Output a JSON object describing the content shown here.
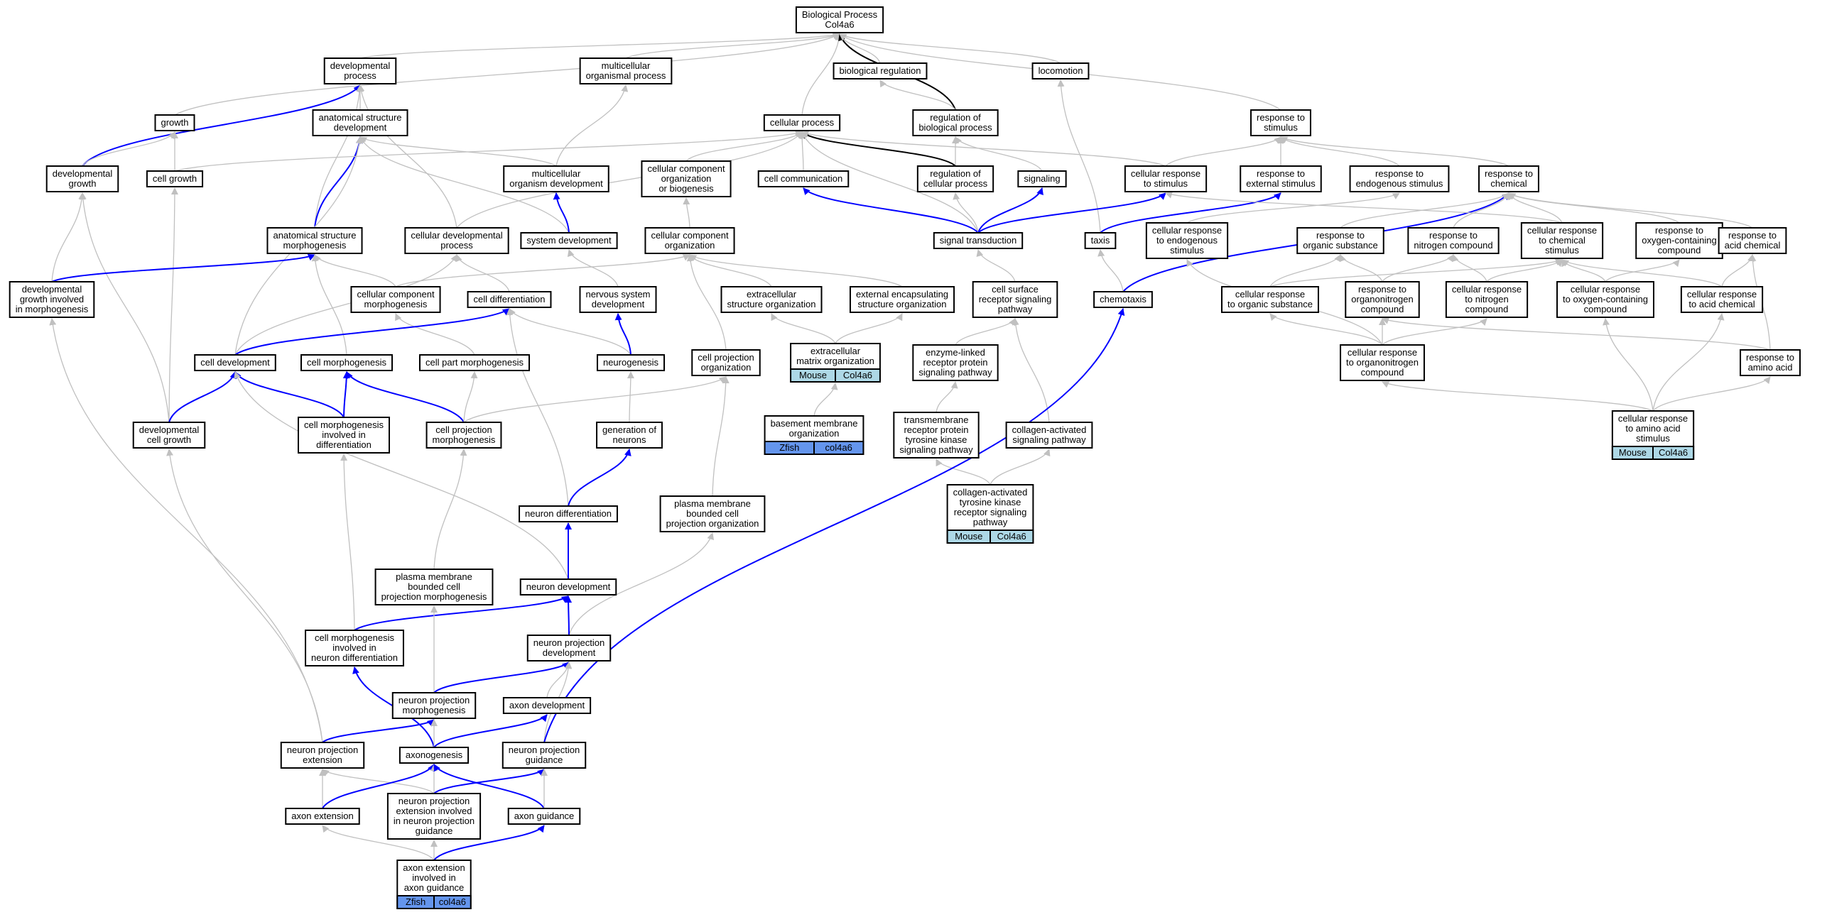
{
  "colors": {
    "gray_edge": "#c0c0c0",
    "blue_edge": "#0000ff",
    "black_edge": "#000000",
    "mouse": "#add8e6",
    "zfish": "#6495ed"
  },
  "nodes": [
    {
      "id": "bp",
      "lines": [
        "Biological Process",
        "Col4a6"
      ]
    },
    {
      "id": "devproc",
      "lines": [
        "developmental",
        "process"
      ]
    },
    {
      "id": "multorg",
      "lines": [
        "multicellular",
        "organismal process"
      ]
    },
    {
      "id": "bioreg",
      "lines": [
        "biological regulation"
      ]
    },
    {
      "id": "locomotion",
      "lines": [
        "locomotion"
      ]
    },
    {
      "id": "growth",
      "lines": [
        "growth"
      ]
    },
    {
      "id": "anatdev",
      "lines": [
        "anatomical structure",
        "development"
      ]
    },
    {
      "id": "cellproc",
      "lines": [
        "cellular process"
      ]
    },
    {
      "id": "regbio",
      "lines": [
        "regulation of",
        "biological process"
      ]
    },
    {
      "id": "respstim",
      "lines": [
        "response to",
        "stimulus"
      ]
    },
    {
      "id": "devgrowth",
      "lines": [
        "developmental",
        "growth"
      ]
    },
    {
      "id": "cellgrowth",
      "lines": [
        "cell growth"
      ]
    },
    {
      "id": "multdev",
      "lines": [
        "multicellular",
        "organism development"
      ]
    },
    {
      "id": "ccob",
      "lines": [
        "cellular component",
        "organization",
        "or biogenesis"
      ]
    },
    {
      "id": "cellcomm",
      "lines": [
        "cell communication"
      ]
    },
    {
      "id": "regcell",
      "lines": [
        "regulation of",
        "cellular process"
      ]
    },
    {
      "id": "signaling",
      "lines": [
        "signaling"
      ]
    },
    {
      "id": "cellrespstim",
      "lines": [
        "cellular response",
        "to stimulus"
      ]
    },
    {
      "id": "respext",
      "lines": [
        "response to",
        "external stimulus"
      ]
    },
    {
      "id": "respendo",
      "lines": [
        "response to",
        "endogenous stimulus"
      ]
    },
    {
      "id": "respchem",
      "lines": [
        "response to",
        "chemical"
      ]
    },
    {
      "id": "anatmorph",
      "lines": [
        "anatomical structure",
        "morphogenesis"
      ]
    },
    {
      "id": "celldevproc",
      "lines": [
        "cellular developmental",
        "process"
      ]
    },
    {
      "id": "sysdev",
      "lines": [
        "system development"
      ]
    },
    {
      "id": "cco",
      "lines": [
        "cellular component",
        "organization"
      ]
    },
    {
      "id": "sigtrans",
      "lines": [
        "signal transduction"
      ]
    },
    {
      "id": "taxis",
      "lines": [
        "taxis"
      ]
    },
    {
      "id": "cellrespendo",
      "lines": [
        "cellular response",
        "to endogenous",
        "stimulus"
      ]
    },
    {
      "id": "resporg",
      "lines": [
        "response to",
        "organic substance"
      ]
    },
    {
      "id": "respnit",
      "lines": [
        "response to",
        "nitrogen compound"
      ]
    },
    {
      "id": "cellrespchem",
      "lines": [
        "cellular response",
        "to chemical",
        "stimulus"
      ]
    },
    {
      "id": "respoxy",
      "lines": [
        "response to",
        "oxygen-containing",
        "compound"
      ]
    },
    {
      "id": "respacid",
      "lines": [
        "response to",
        "acid chemical"
      ]
    },
    {
      "id": "devgrowthmorph",
      "lines": [
        "developmental",
        "growth involved",
        "in morphogenesis"
      ]
    },
    {
      "id": "ccmorph",
      "lines": [
        "cellular component",
        "morphogenesis"
      ]
    },
    {
      "id": "celldiff",
      "lines": [
        "cell differentiation"
      ]
    },
    {
      "id": "nsdev",
      "lines": [
        "nervous system",
        "development"
      ]
    },
    {
      "id": "ecso",
      "lines": [
        "extracellular",
        "structure organization"
      ]
    },
    {
      "id": "eeso",
      "lines": [
        "external encapsulating",
        "structure organization"
      ]
    },
    {
      "id": "csrsp",
      "lines": [
        "cell surface",
        "receptor signaling",
        "pathway"
      ]
    },
    {
      "id": "chemotaxis",
      "lines": [
        "chemotaxis"
      ]
    },
    {
      "id": "cellresporg",
      "lines": [
        "cellular response",
        "to organic substance"
      ]
    },
    {
      "id": "resporgnit",
      "lines": [
        "response to",
        "organonitrogen",
        "compound"
      ]
    },
    {
      "id": "cellrespnit",
      "lines": [
        "cellular response",
        "to nitrogen",
        "compound"
      ]
    },
    {
      "id": "cellrespoxy",
      "lines": [
        "cellular response",
        "to oxygen-containing",
        "compound"
      ]
    },
    {
      "id": "cellrespacid",
      "lines": [
        "cellular response",
        "to acid chemical"
      ]
    },
    {
      "id": "celldev",
      "lines": [
        "cell development"
      ]
    },
    {
      "id": "cellmorph",
      "lines": [
        "cell morphogenesis"
      ]
    },
    {
      "id": "cellpartmorph",
      "lines": [
        "cell part morphogenesis"
      ]
    },
    {
      "id": "neurogenesis",
      "lines": [
        "neurogenesis"
      ]
    },
    {
      "id": "cellprojorg",
      "lines": [
        "cell projection",
        "organization"
      ]
    },
    {
      "id": "ecmo",
      "lines": [
        "extracellular",
        "matrix organization"
      ],
      "badge": [
        "Mouse",
        "Col4a6"
      ],
      "badge_color": "mouse"
    },
    {
      "id": "enzyme",
      "lines": [
        "enzyme-linked",
        "receptor protein",
        "signaling pathway"
      ]
    },
    {
      "id": "cellresporgnit",
      "lines": [
        "cellular response",
        "to organonitrogen",
        "compound"
      ]
    },
    {
      "id": "respamino",
      "lines": [
        "response to",
        "amino acid"
      ]
    },
    {
      "id": "devcellgrowth",
      "lines": [
        "developmental",
        "cell growth"
      ]
    },
    {
      "id": "cellmorphdiff",
      "lines": [
        "cell morphogenesis",
        "involved in",
        "differentiation"
      ]
    },
    {
      "id": "cellprojmorph",
      "lines": [
        "cell projection",
        "morphogenesis"
      ]
    },
    {
      "id": "genneur",
      "lines": [
        "generation of",
        "neurons"
      ]
    },
    {
      "id": "bmo",
      "lines": [
        "basement membrane",
        "organization"
      ],
      "badge": [
        "Zfish",
        "col4a6"
      ],
      "badge_color": "zfish"
    },
    {
      "id": "rtk",
      "lines": [
        "transmembrane",
        "receptor protein",
        "tyrosine kinase",
        "signaling pathway"
      ]
    },
    {
      "id": "collsig",
      "lines": [
        "collagen-activated",
        "signaling pathway"
      ]
    },
    {
      "id": "cellrespamino",
      "lines": [
        "cellular response",
        "to amino acid",
        "stimulus"
      ],
      "badge": [
        "Mouse",
        "Col4a6"
      ],
      "badge_color": "mouse"
    },
    {
      "id": "neurdiff",
      "lines": [
        "neuron differentiation"
      ]
    },
    {
      "id": "pmbcpo",
      "lines": [
        "plasma membrane",
        "bounded cell",
        "projection organization"
      ]
    },
    {
      "id": "collrtk",
      "lines": [
        "collagen-activated",
        "tyrosine kinase",
        "receptor signaling",
        "pathway"
      ],
      "badge": [
        "Mouse",
        "Col4a6"
      ],
      "badge_color": "mouse"
    },
    {
      "id": "pmbcpm",
      "lines": [
        "plasma membrane",
        "bounded cell",
        "projection morphogenesis"
      ]
    },
    {
      "id": "neurdev",
      "lines": [
        "neuron development"
      ]
    },
    {
      "id": "cmnd",
      "lines": [
        "cell morphogenesis",
        "involved in",
        "neuron differentiation"
      ]
    },
    {
      "id": "npd",
      "lines": [
        "neuron projection",
        "development"
      ]
    },
    {
      "id": "npm",
      "lines": [
        "neuron projection",
        "morphogenesis"
      ]
    },
    {
      "id": "axondev",
      "lines": [
        "axon development"
      ]
    },
    {
      "id": "npe",
      "lines": [
        "neuron projection",
        "extension"
      ]
    },
    {
      "id": "axonogenesis",
      "lines": [
        "axonogenesis"
      ]
    },
    {
      "id": "npg",
      "lines": [
        "neuron projection",
        "guidance"
      ]
    },
    {
      "id": "axonext",
      "lines": [
        "axon extension"
      ]
    },
    {
      "id": "npeinpg",
      "lines": [
        "neuron projection",
        "extension involved",
        "in neuron projection",
        "guidance"
      ]
    },
    {
      "id": "axonguid",
      "lines": [
        "axon guidance"
      ]
    },
    {
      "id": "axonextguid",
      "lines": [
        "axon extension",
        "involved in",
        "axon guidance"
      ],
      "badge": [
        "Zfish",
        "col4a6"
      ],
      "badge_color": "zfish"
    }
  ]
}
